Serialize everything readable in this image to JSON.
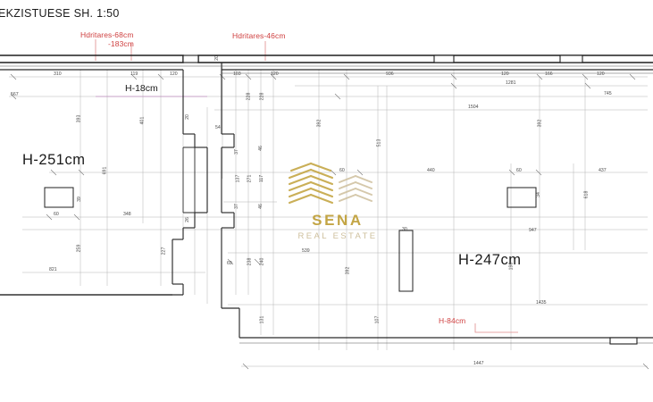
{
  "document": {
    "title": "EKZISTUESE SH. 1:50",
    "type": "architectural-floor-plan",
    "units": "cm"
  },
  "rooms": [
    {
      "id": "room-left",
      "label": "H-251cm"
    },
    {
      "id": "room-right",
      "label": "H-247cm"
    }
  ],
  "annotations": {
    "red": [
      {
        "id": "window-68",
        "text": "Hdritares-68cm"
      },
      {
        "id": "window-183",
        "text": "-183cm"
      },
      {
        "id": "window-46",
        "text": "Hdritares-46cm"
      },
      {
        "id": "height-84",
        "text": "H-84cm"
      }
    ],
    "black": [
      {
        "id": "height-18",
        "text": "H-18cm"
      }
    ]
  },
  "logo": {
    "name": "SENA",
    "tagline": "REAL ESTATE",
    "gold": "#c2a33f",
    "gold_light": "#cdbe9a"
  },
  "colors": {
    "wall": "#1f1f1f",
    "dimension_line": "#9a9a9a",
    "red_annotation": "#cf4040",
    "magenta_line": "#c08fc0",
    "background": "#ffffff"
  },
  "dimensions": {
    "horizontal_top": [
      "310",
      "119",
      "120",
      "103",
      "120",
      "936",
      "120",
      "166",
      "120"
    ],
    "horizontal_chain2": [
      "567",
      "1281",
      "745"
    ],
    "horizontal_chain3": [
      "1504"
    ],
    "horizontal_mid": [
      "348",
      "60",
      "440",
      "60",
      "437"
    ],
    "horizontal_lower": [
      "60",
      "348",
      "69",
      "539",
      "1435",
      "947"
    ],
    "horizontal_bottom": [
      "821",
      "1447"
    ],
    "vertical_left": [
      "393",
      "401",
      "691",
      "39",
      "259",
      "227"
    ],
    "vertical_mid": [
      "20",
      "54",
      "228",
      "228",
      "271",
      "37",
      "137",
      "37",
      "46",
      "117",
      "46",
      "26",
      "238",
      "240",
      "131",
      "107"
    ],
    "vertical_right": [
      "392",
      "513",
      "392",
      "392",
      "618",
      "34",
      "198",
      "30",
      "20"
    ]
  },
  "dimension_values": {
    "d310": "310",
    "d119": "119",
    "d120a": "120",
    "d567": "567",
    "d103": "103",
    "d120b": "120",
    "d936": "936",
    "d1281": "1281",
    "d120c": "120",
    "d166": "166",
    "d120d": "120",
    "d745": "745",
    "d1504": "1504",
    "d393": "393",
    "d401": "401",
    "d691": "691",
    "d20a": "20",
    "d54": "54",
    "d228a": "228",
    "d228b": "228",
    "d271": "271",
    "d37a": "37",
    "d137": "137",
    "d37b": "37",
    "d46a": "46",
    "d117": "117",
    "d46b": "46",
    "d26": "26",
    "d392a": "392",
    "d513": "513",
    "d392b": "392",
    "d618": "618",
    "d348a": "348",
    "d60a": "60",
    "d440": "440",
    "d60b": "60",
    "d437": "437",
    "d34": "34",
    "d39": "39",
    "d60c": "60",
    "d348b": "348",
    "d259": "259",
    "d227": "227",
    "d821": "821",
    "d69": "69",
    "d539": "539",
    "d392c": "392",
    "d198": "198",
    "d30": "30",
    "d947": "947",
    "d1435": "1435",
    "d238": "238",
    "d240": "240",
    "d131": "131",
    "d107": "107",
    "d20b": "20",
    "d1447": "1447"
  }
}
